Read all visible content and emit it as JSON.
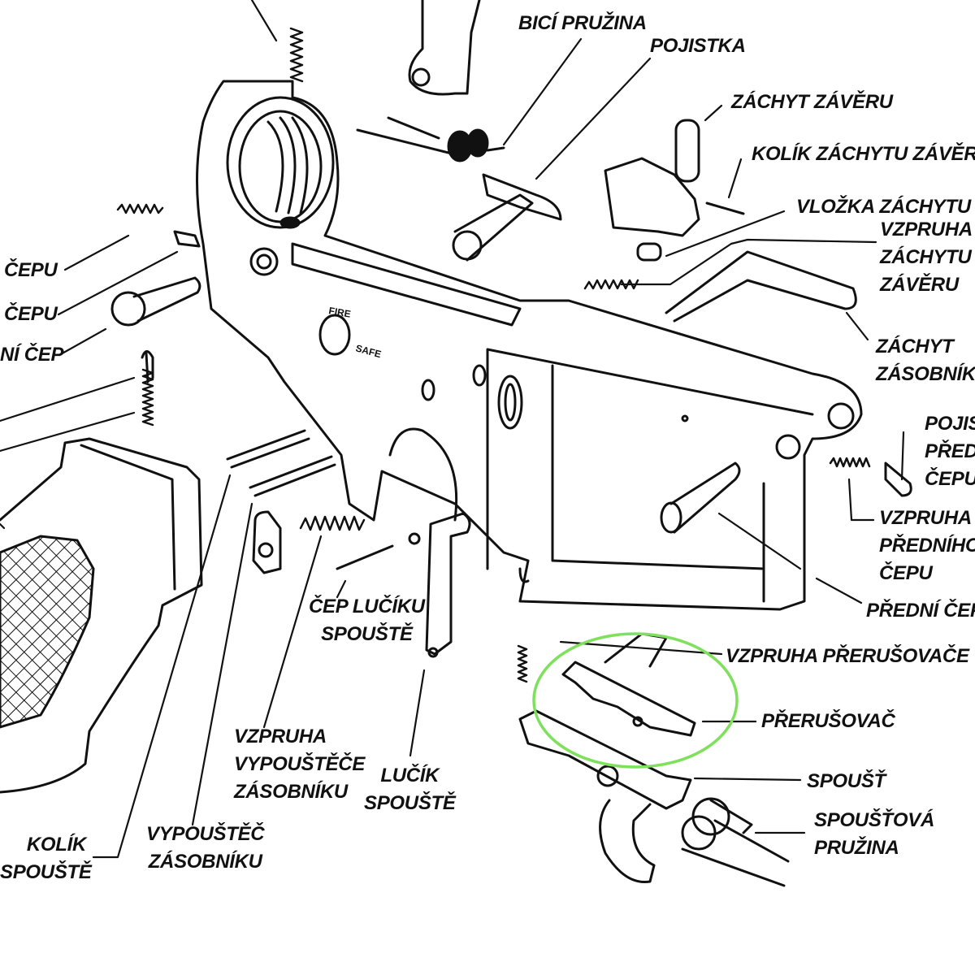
{
  "highlight_color": "#7ee05c",
  "line_color": "#111111",
  "labels": {
    "bici_pruzina": "BICÍ PRUŽINA",
    "pojistka": "POJISTKA",
    "zachyt_zaveru": "ZÁCHYT ZÁVĚRU",
    "kolik_zachytu_zaveru": "KOLÍK ZÁCHYTU ZÁVĚRU",
    "vlozka_zachytu": "VLOŽKA ZÁCHYTU Z",
    "vzpruha_zachytu_zaveru": [
      "VZPRUHA",
      "ZÁCHYTU",
      "ZÁVĚRU"
    ],
    "zachyt_zasobniku": [
      "ZÁCHYT",
      "ZÁSOBNÍKU"
    ],
    "pojistka_predniho_cepu": [
      "POJIS",
      "PŘED",
      "ČEPU"
    ],
    "vzpruha_predniho_cepu": [
      "VZPRUHA",
      "PŘEDNÍHO",
      "ČEPU"
    ],
    "predni_cep": "PŘEDNÍ ČEP",
    "vzpruha_prerusovace": "VZPRUHA PŘERUŠOVAČE",
    "prerusovac": "PŘERUŠOVAČ",
    "spoust": "SPOUŠŤ",
    "spoustova_pruzina": [
      "SPOUŠŤOVÁ",
      "PRUŽINA"
    ],
    "lucik_spouste": [
      "LUČÍK",
      "SPOUŠTĚ"
    ],
    "cep_luciku_spouste": [
      "ČEP LUČÍKU",
      "SPOUŠTĚ"
    ],
    "vzpruha_vypoustece": [
      "VZPRUHA",
      "VYPOUŠTĚČE",
      "ZÁSOBNÍKU"
    ],
    "vypoustec_zasobniku": [
      "VYPOUŠTĚČ",
      "ZÁSOBNÍKU"
    ],
    "kolik_spouste": [
      "KOLÍK",
      "SPOUŠTĚ"
    ],
    "left_cepu_1": "ČEPU",
    "left_cepu_2": "ČEPU",
    "left_ni_cep": "NÍ ČEP"
  },
  "selector_marks": {
    "fire": "FIRE",
    "safe": "SAFE"
  }
}
